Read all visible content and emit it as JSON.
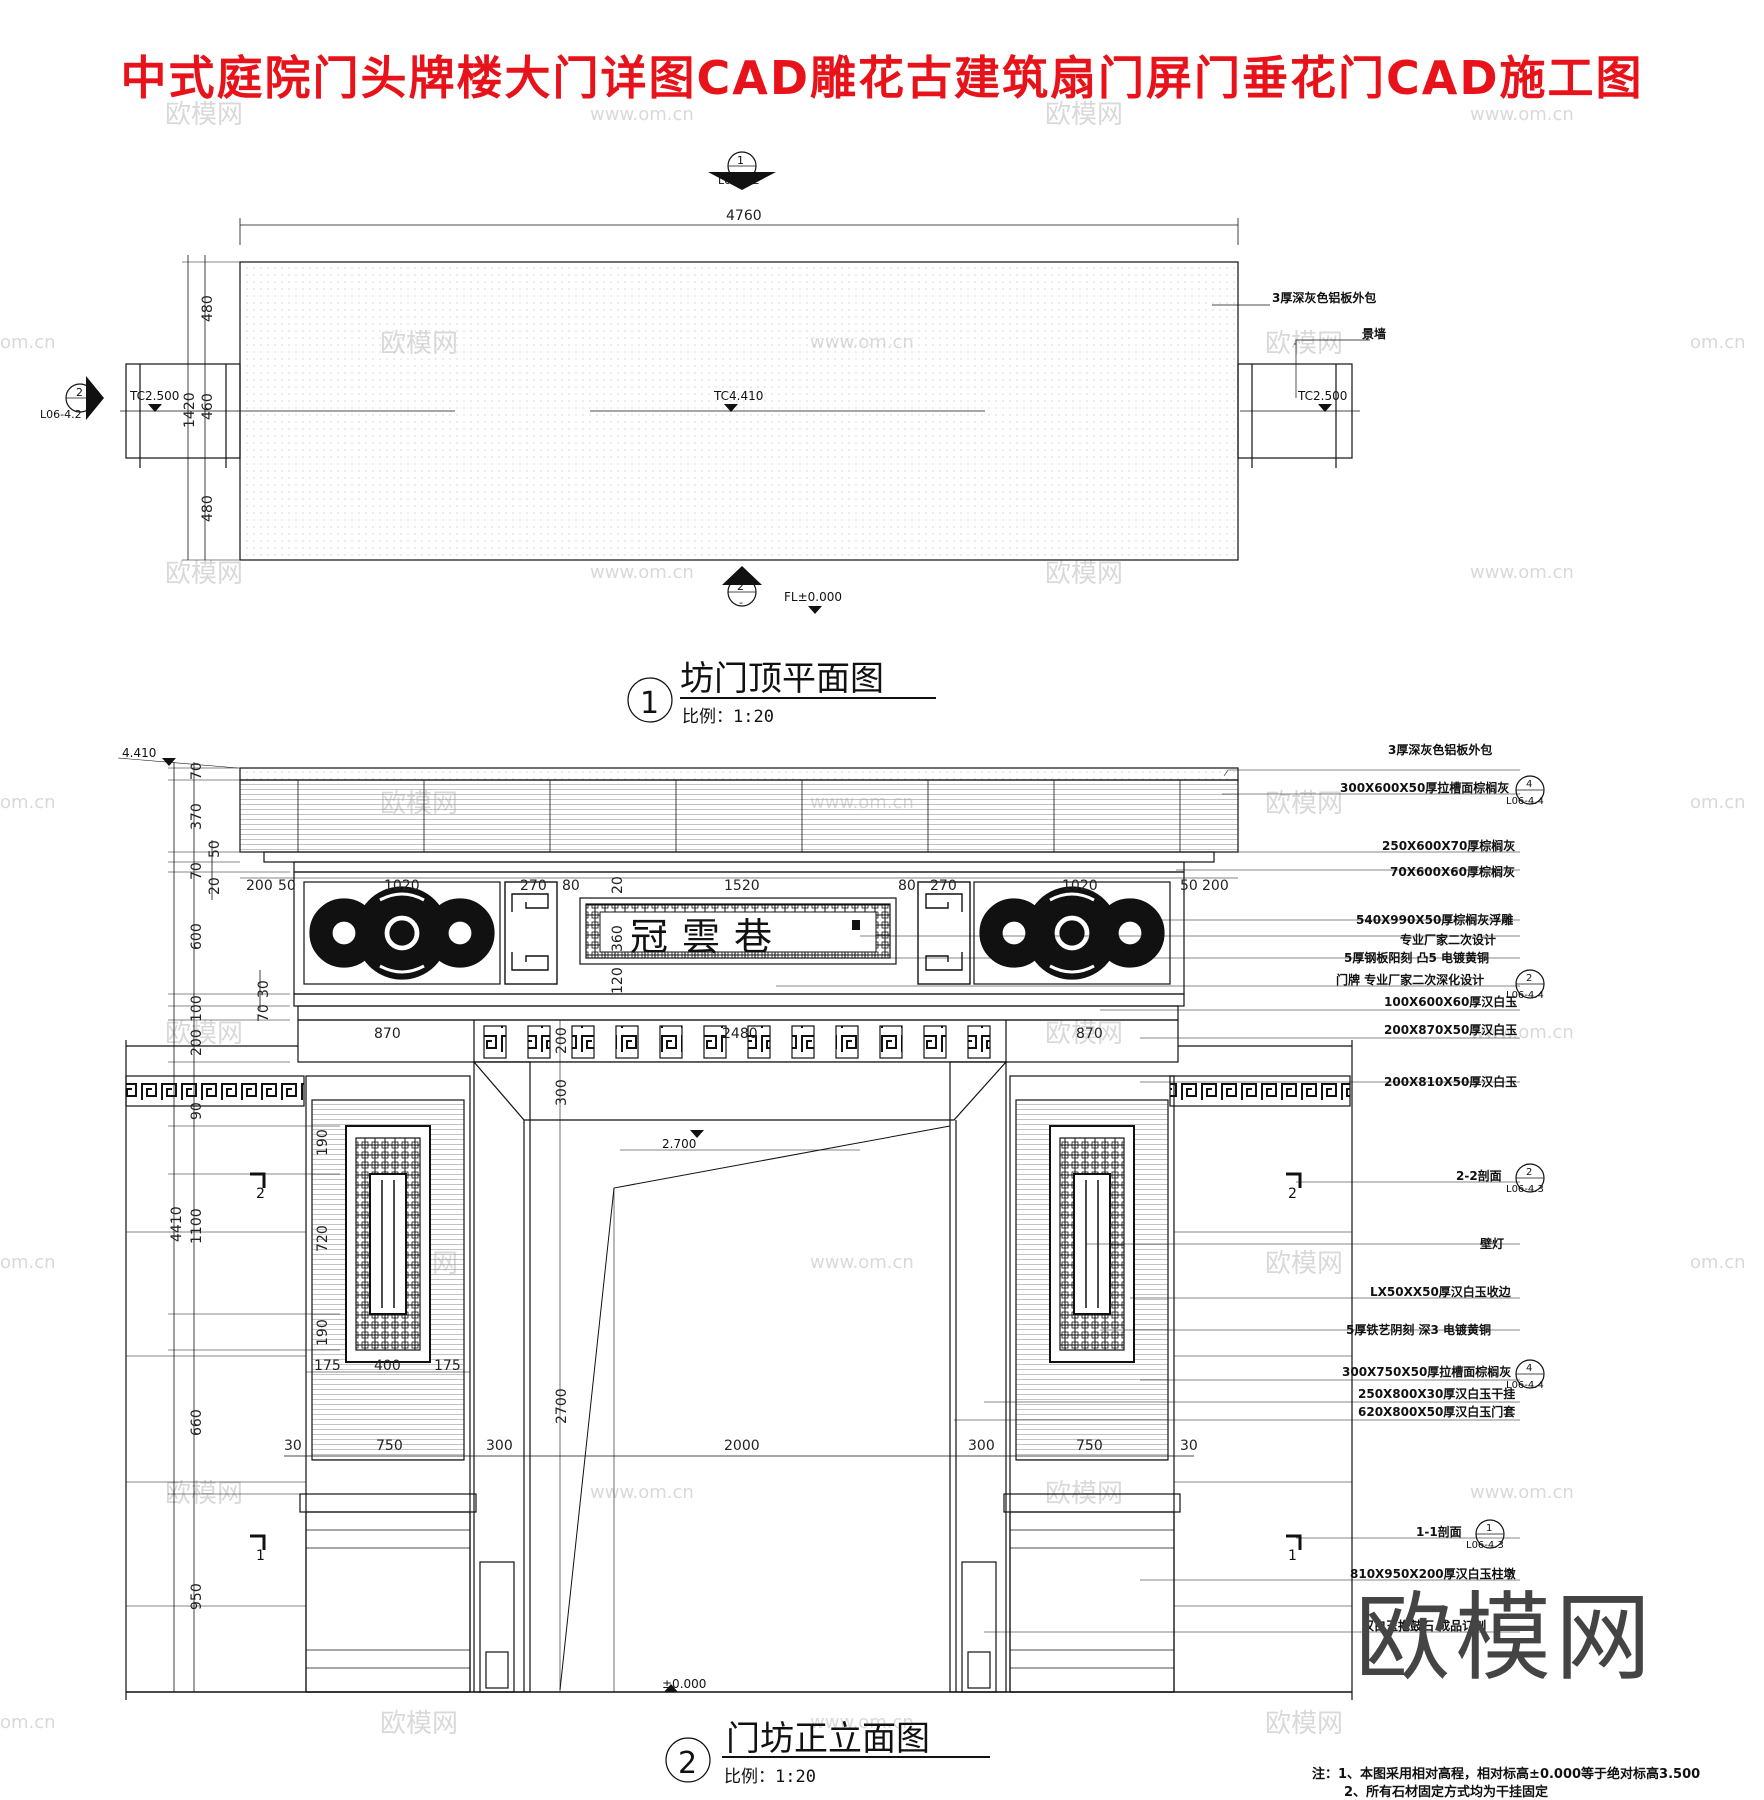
{
  "page_title": "中式庭院门头牌楼大门详图CAD雕花古建筑扇门屏门垂花门CAD施工图",
  "watermark_big": "欧模网",
  "watermarks": [
    "欧模网",
    "www.om.cn",
    "om.cn"
  ],
  "plan": {
    "title": "坊门顶平面图",
    "scale": "比例：1:20",
    "number": "1",
    "overall_width": "4760",
    "section_tag_top": {
      "num": "1",
      "ref": "L06-4.2"
    },
    "section_tag_left": {
      "num": "2",
      "ref": "L06-4.2"
    },
    "section_tag_bottom": {
      "num": "2",
      "ref": "-"
    },
    "dims_left": [
      "480",
      "460",
      "1420",
      "480"
    ],
    "levels": [
      "TC2.500",
      "TC4.410",
      "TC2.500",
      "FL±0.000"
    ],
    "notes": [
      "3厚深灰色铝板外包",
      "景墙"
    ]
  },
  "elevation": {
    "title": "门坊正立面图",
    "scale": "比例：1:20",
    "number": "2",
    "sign_text": "冠雲巷",
    "levels": [
      "4.410",
      "2.700",
      "±0.000"
    ],
    "dims_left": [
      "70",
      "370",
      "70",
      "50",
      "20",
      "600",
      "30",
      "70",
      "100",
      "200",
      "90",
      "4410",
      "190",
      "720",
      "1100",
      "190",
      "660",
      "950"
    ],
    "dims_top": [
      "200",
      "50",
      "1020",
      "270",
      "80",
      "20",
      "1520",
      "80",
      "270",
      "1020",
      "50",
      "200",
      "360",
      "120"
    ],
    "dims_beam": [
      "870",
      "2480",
      "870",
      "200",
      "300"
    ],
    "dims_mid": [
      "175",
      "400",
      "175",
      "2700"
    ],
    "dims_bottom": [
      "30",
      "750",
      "300",
      "2000",
      "300",
      "750",
      "30"
    ],
    "section_marks": [
      "2",
      "2",
      "1",
      "1"
    ],
    "notes": [
      {
        "text": "3厚深灰色铝板外包"
      },
      {
        "text": "300X600X50厚拉槽面棕榈灰",
        "tag": {
          "num": "4",
          "ref": "L06-4.4"
        }
      },
      {
        "text": "250X600X70厚棕榈灰"
      },
      {
        "text": "70X600X60厚棕榈灰"
      },
      {
        "text": "540X990X50厚棕榈灰浮雕"
      },
      {
        "text": "专业厂家二次设计"
      },
      {
        "text": "5厚钢板阳刻 凸5 电镀黄铜"
      },
      {
        "text": "门牌 专业厂家二次深化设计",
        "tag": {
          "num": "2",
          "ref": "L06-4.4"
        }
      },
      {
        "text": "100X600X60厚汉白玉"
      },
      {
        "text": "200X870X50厚汉白玉"
      },
      {
        "text": "200X810X50厚汉白玉"
      },
      {
        "text": "2-2剖面",
        "tag": {
          "num": "2",
          "ref": "L06-4.3"
        }
      },
      {
        "text": "壁灯"
      },
      {
        "text": "LX50XX50厚汉白玉收边"
      },
      {
        "text": "5厚铁艺阴刻 深3 电镀黄铜"
      },
      {
        "text": "300X750X50厚拉槽面棕榈灰",
        "tag": {
          "num": "4",
          "ref": "L06-4.4"
        }
      },
      {
        "text": "250X800X30厚汉白玉干挂"
      },
      {
        "text": "620X800X50厚汉白玉门套"
      },
      {
        "text": "1-1剖面",
        "tag": {
          "num": "1",
          "ref": "L06-4.3"
        }
      },
      {
        "text": "810X950X200厚汉白玉柱墩"
      },
      {
        "text": "汉白玉抱鼓石 成品订制"
      }
    ]
  },
  "footnotes": [
    "注：1、本图采用相对高程，相对标高±0.000等于绝对标高3.500",
    "2、所有石材固定方式均为干挂固定"
  ]
}
